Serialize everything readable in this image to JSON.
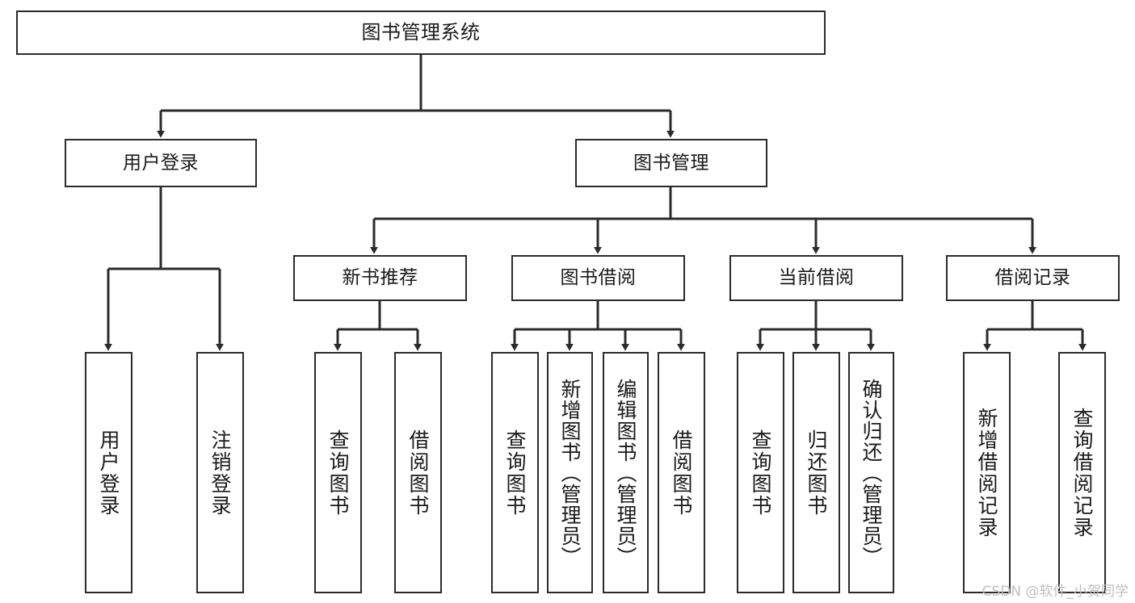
{
  "diagram": {
    "type": "tree",
    "title": "图书管理系统",
    "watermark": "CSDN @软件_小贺同学",
    "colors": {
      "stroke": "#2b2b2b",
      "fill": "#ffffff",
      "text": "#1a1a1a",
      "watermark": "#bfbfbf"
    },
    "nodes": {
      "root": {
        "label": "图书管理系统"
      },
      "level1": [
        {
          "id": "user_login",
          "label": "用户登录"
        },
        {
          "id": "book_mgmt",
          "label": "图书管理"
        }
      ],
      "level2": [
        {
          "id": "new_book_rec",
          "label": "新书推荐"
        },
        {
          "id": "book_borrow",
          "label": "图书借阅"
        },
        {
          "id": "current_borrow",
          "label": "当前借阅"
        },
        {
          "id": "borrow_record",
          "label": "借阅记录"
        }
      ],
      "leaves": {
        "user_login": [
          {
            "id": "leaf_user_login",
            "label": "用户登录"
          },
          {
            "id": "leaf_logout",
            "label": "注销登录"
          }
        ],
        "new_book_rec": [
          {
            "id": "leaf_query_book_1",
            "label": "查询图书"
          },
          {
            "id": "leaf_borrow_book_1",
            "label": "借阅图书"
          }
        ],
        "book_borrow": [
          {
            "id": "leaf_query_book_2",
            "label": "查询图书"
          },
          {
            "id": "leaf_add_book",
            "label": "新增图书（管理员）"
          },
          {
            "id": "leaf_edit_book",
            "label": "编辑图书（管理员）"
          },
          {
            "id": "leaf_borrow_book_2",
            "label": "借阅图书"
          }
        ],
        "current_borrow": [
          {
            "id": "leaf_query_book_3",
            "label": "查询图书"
          },
          {
            "id": "leaf_return_book",
            "label": "归还图书"
          },
          {
            "id": "leaf_confirm_return",
            "label": "确认归还（管理员）"
          }
        ],
        "borrow_record": [
          {
            "id": "leaf_add_record",
            "label": "新增借阅记录"
          },
          {
            "id": "leaf_query_record",
            "label": "查询借阅记录"
          }
        ]
      }
    }
  }
}
